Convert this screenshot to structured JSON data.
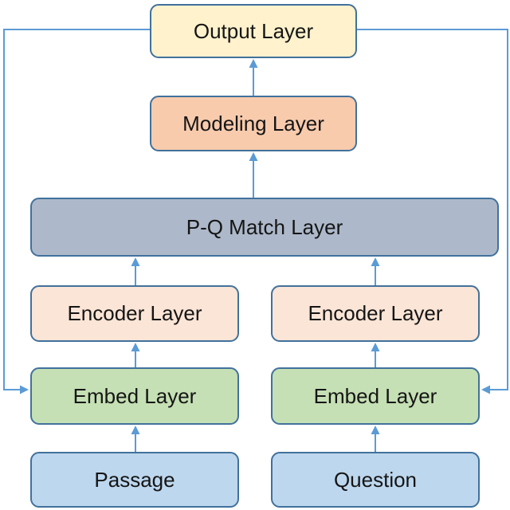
{
  "diagram": {
    "description": "Question-answering model architecture flow diagram",
    "colors": {
      "arrow_line": "#5B9BD5",
      "box_border": "#41719C",
      "text": "#151515",
      "background": "#FFFFFF"
    },
    "nodes": [
      {
        "id": "output",
        "label": "Output Layer",
        "fill": "#FFF2CC"
      },
      {
        "id": "modeling",
        "label": "Modeling Layer",
        "fill": "#F8CBAD"
      },
      {
        "id": "pq_match",
        "label": "P-Q Match Layer",
        "fill": "#ADB9CA"
      },
      {
        "id": "encoder_left",
        "label": "Encoder Layer",
        "fill": "#FBE5D6"
      },
      {
        "id": "encoder_right",
        "label": "Encoder Layer",
        "fill": "#FBE5D6"
      },
      {
        "id": "embed_left",
        "label": "Embed Layer",
        "fill": "#C5E0B4"
      },
      {
        "id": "embed_right",
        "label": "Embed Layer",
        "fill": "#C5E0B4"
      },
      {
        "id": "passage",
        "label": "Passage",
        "fill": "#BDD7EE"
      },
      {
        "id": "question",
        "label": "Question",
        "fill": "#BDD7EE"
      }
    ],
    "edges": [
      {
        "from": "passage",
        "to": "embed_left",
        "type": "arrow-up"
      },
      {
        "from": "question",
        "to": "embed_right",
        "type": "arrow-up"
      },
      {
        "from": "embed_left",
        "to": "encoder_left",
        "type": "arrow-up"
      },
      {
        "from": "embed_right",
        "to": "encoder_right",
        "type": "arrow-up"
      },
      {
        "from": "encoder_left",
        "to": "pq_match",
        "type": "arrow-up"
      },
      {
        "from": "encoder_right",
        "to": "pq_match",
        "type": "arrow-up"
      },
      {
        "from": "pq_match",
        "to": "modeling",
        "type": "arrow-up"
      },
      {
        "from": "modeling",
        "to": "output",
        "type": "arrow-up"
      },
      {
        "from": "output",
        "to": "embed_left",
        "type": "skip-connection-left"
      },
      {
        "from": "output",
        "to": "embed_right",
        "type": "skip-connection-right"
      }
    ]
  }
}
